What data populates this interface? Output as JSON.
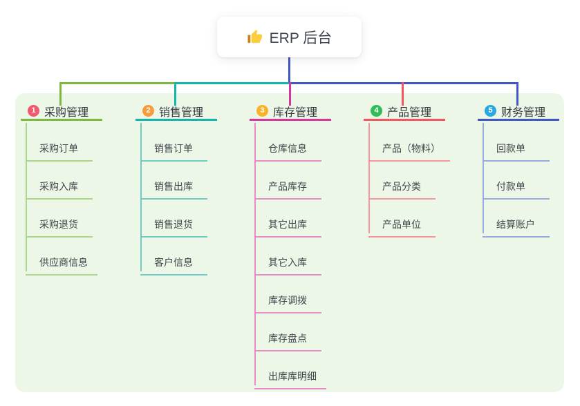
{
  "root": {
    "icon": "thumbs-up",
    "label": "ERP 后台"
  },
  "branches": [
    {
      "index": "1",
      "label": "采购管理",
      "badge_color": "#f25a6e",
      "line_color": "#7cb93e",
      "light_color": "#aad687",
      "children": [
        "采购订单",
        "采购入库",
        "采购退货",
        "供应商信息"
      ]
    },
    {
      "index": "2",
      "label": "销售管理",
      "badge_color": "#f99b3b",
      "line_color": "#12b5ac",
      "light_color": "#6fcbc6",
      "children": [
        "销售订单",
        "销售出库",
        "销售退货",
        "客户信息"
      ]
    },
    {
      "index": "3",
      "label": "库存管理",
      "badge_color": "#f7b42a",
      "line_color": "#d6369c",
      "light_color": "#ea8ac7",
      "children": [
        "仓库信息",
        "产品库存",
        "其它出库",
        "其它入库",
        "库存调拨",
        "库存盘点",
        "出库库明细"
      ]
    },
    {
      "index": "4",
      "label": "产品管理",
      "badge_color": "#30bd57",
      "line_color": "#f4545f",
      "light_color": "#f7949c",
      "children": [
        "产品（物料）",
        "产品分类",
        "产品单位"
      ]
    },
    {
      "index": "5",
      "label": "财务管理",
      "badge_color": "#2aa7e0",
      "line_color": "#4156c6",
      "light_color": "#96abdd",
      "children": [
        "回款单",
        "付款单",
        "结算账户"
      ]
    }
  ],
  "colors": {
    "canvas_bg": "#edf7e8",
    "page_bg": "#ffffff",
    "root_stem": "#4156c6",
    "icon_hand": "#fcce3e",
    "icon_cuff": "#cc8420"
  }
}
